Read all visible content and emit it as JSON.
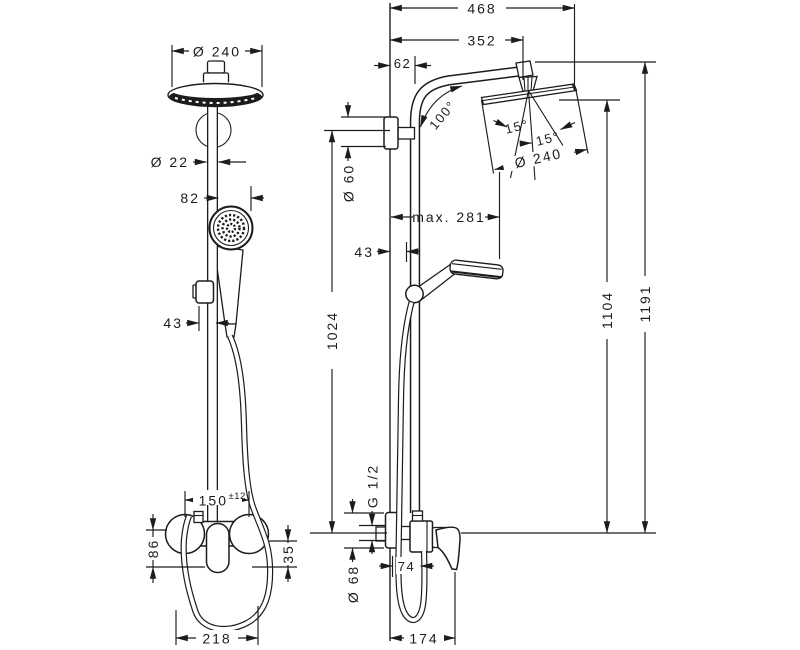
{
  "drawing": {
    "description": "Shower pipe technical drawing, front and side views",
    "colors": {
      "line": "#1c1c1c",
      "background": "#ffffff"
    }
  },
  "dims": {
    "left": {
      "head_diameter": "Ø 240",
      "pipe_diameter": "Ø 22",
      "handshower_offset": "82",
      "bracket_offset": "43",
      "connection_width": "150",
      "connection_tolerance": "±12",
      "body_height": "86",
      "lower_offset": "35",
      "base_width": "218"
    },
    "right": {
      "total_depth": "468",
      "arm_reach": "352",
      "wall_offset": "62",
      "arm_angle": "100°",
      "tilt_angle_a": "15°",
      "tilt_angle_b": "15°",
      "head_diameter": "Ø 240",
      "bracket_diameter": "Ø 60",
      "max_reach": "max. 281",
      "rail_offset": "43",
      "rail_height": "1024",
      "head_height": "1104",
      "total_height": "1191",
      "thread_size": "G 1/2",
      "valve_diameter": "Ø 68",
      "hose_offset": "74",
      "valve_depth": "174"
    }
  }
}
